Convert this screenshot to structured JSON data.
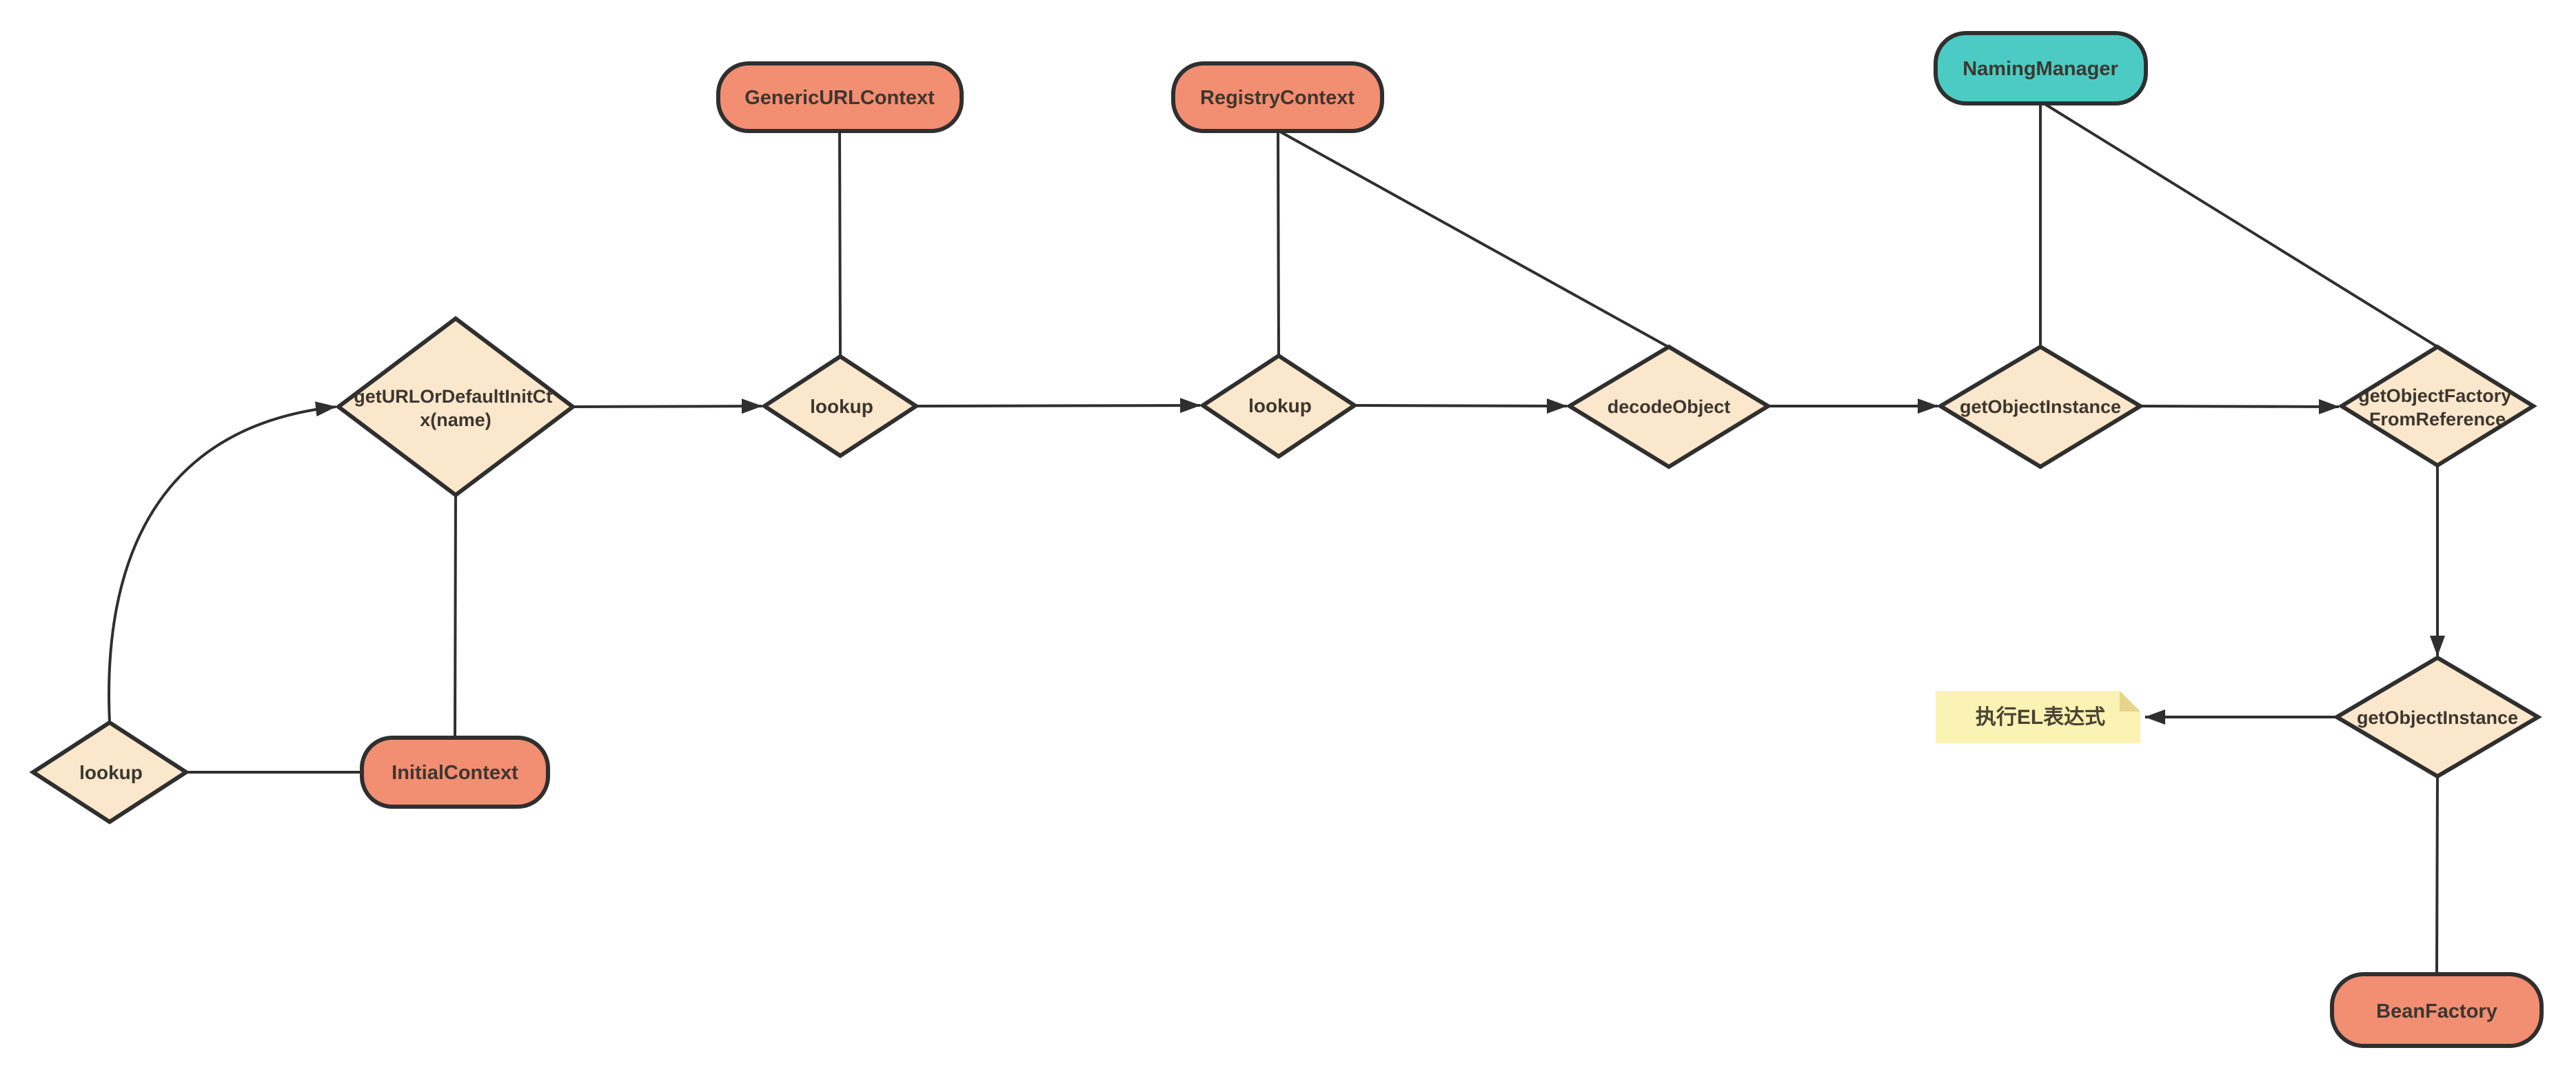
{
  "diagram": {
    "description": "JNDI lookup / object factory resolution flowchart",
    "colors": {
      "background": "#ffffff",
      "stroke": "#2f2f2f",
      "text": "#3d3630",
      "class_box_fill": "#f28e72",
      "manager_box_fill": "#4bcbc3",
      "diamond_fill": "#fbe7cb",
      "note_fill": "#faf3b4",
      "note_fold_fill": "#e8d48a"
    },
    "nodes": {
      "lookup_start": {
        "label": "lookup",
        "shape": "diamond"
      },
      "get_url_or_default_init_ctx": {
        "label": "getURLOrDefaultInitCtx(name)",
        "line1": "getURLOrDefaultInitCt",
        "line2": "x(name)",
        "shape": "diamond"
      },
      "initial_context": {
        "label": "InitialContext",
        "shape": "rounded-box"
      },
      "generic_url_context": {
        "label": "GenericURLContext",
        "shape": "rounded-box"
      },
      "lookup_generic": {
        "label": "lookup",
        "shape": "diamond"
      },
      "registry_context": {
        "label": "RegistryContext",
        "shape": "rounded-box"
      },
      "lookup_registry": {
        "label": "lookup",
        "shape": "diamond"
      },
      "decode_object": {
        "label": "decodeObject",
        "shape": "diamond"
      },
      "naming_manager": {
        "label": "NamingManager",
        "shape": "rounded-box"
      },
      "get_object_instance_naming": {
        "label": "getObjectInstance",
        "shape": "diamond"
      },
      "get_object_factory_from_reference": {
        "label": "getObjectFactoryFromReference",
        "line1": "getObjectFactory",
        "line2": "FromReference",
        "shape": "diamond"
      },
      "get_object_instance_factory": {
        "label": "getObjectInstance",
        "shape": "diamond"
      },
      "bean_factory": {
        "label": "BeanFactory",
        "shape": "rounded-box"
      },
      "note_el": {
        "label": "执行EL表达式",
        "shape": "note"
      }
    },
    "edges": [
      {
        "from": "lookup_start",
        "to": "get_url_or_default_init_ctx",
        "arrow": true,
        "style": "curved"
      },
      {
        "from": "lookup_start",
        "to": "initial_context",
        "arrow": false
      },
      {
        "from": "get_url_or_default_init_ctx",
        "to": "initial_context",
        "arrow": false
      },
      {
        "from": "get_url_or_default_init_ctx",
        "to": "lookup_generic",
        "arrow": true
      },
      {
        "from": "generic_url_context",
        "to": "lookup_generic",
        "arrow": false
      },
      {
        "from": "lookup_generic",
        "to": "lookup_registry",
        "arrow": true
      },
      {
        "from": "registry_context",
        "to": "lookup_registry",
        "arrow": false
      },
      {
        "from": "registry_context",
        "to": "decode_object",
        "arrow": false
      },
      {
        "from": "lookup_registry",
        "to": "decode_object",
        "arrow": true
      },
      {
        "from": "decode_object",
        "to": "get_object_instance_naming",
        "arrow": true
      },
      {
        "from": "naming_manager",
        "to": "get_object_instance_naming",
        "arrow": false
      },
      {
        "from": "naming_manager",
        "to": "get_object_factory_from_reference",
        "arrow": false
      },
      {
        "from": "get_object_instance_naming",
        "to": "get_object_factory_from_reference",
        "arrow": true
      },
      {
        "from": "get_object_factory_from_reference",
        "to": "get_object_instance_factory",
        "arrow": true
      },
      {
        "from": "get_object_instance_factory",
        "to": "note_el",
        "arrow": true
      },
      {
        "from": "get_object_instance_factory",
        "to": "bean_factory",
        "arrow": false
      }
    ]
  }
}
